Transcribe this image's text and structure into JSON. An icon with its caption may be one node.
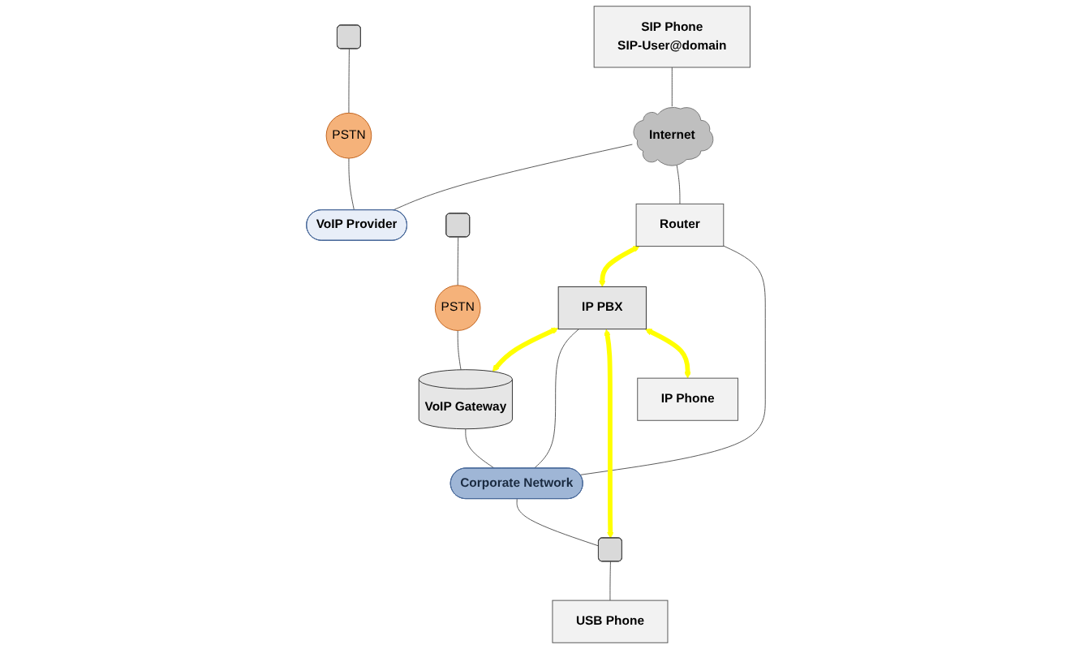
{
  "diagram": {
    "nodes": [
      {
        "text": [
          "SIP Phone",
          "SIP-User@domain"
        ]
      },
      {
        "text": [],
        "shape": "box"
      },
      {
        "text": [
          "PSTN"
        ]
      },
      {
        "text": [
          "Internet"
        ]
      },
      {
        "text": [
          "VoIP Provider"
        ]
      },
      {
        "text": [
          "IP PBX"
        ]
      },
      {
        "text": [],
        "shape": "box"
      },
      {
        "text": [
          "PSTN"
        ]
      },
      {
        "text": [
          "VoIP Gateway"
        ]
      },
      {
        "text": [
          "Router"
        ]
      },
      {
        "text": [
          "Corporate Network"
        ]
      },
      {
        "text": [],
        "shape": "box"
      },
      {
        "text": [
          "USB Phone"
        ]
      },
      {
        "text": [
          "IP Phone"
        ]
      }
    ],
    "edges": [
      {
        "from": 0,
        "to": 3,
        "arrow": "none"
      },
      {
        "from": 1,
        "to": 2,
        "arrow": "none"
      },
      {
        "from": 2,
        "to": 4,
        "arrow": "none"
      },
      {
        "from": 3,
        "to": 4,
        "arrow": "none"
      },
      {
        "from": 6,
        "to": 7,
        "arrow": "none"
      },
      {
        "from": 7,
        "to": 8,
        "arrow": "none"
      },
      {
        "from": 3,
        "to": 9,
        "arrow": "none"
      },
      {
        "from": 9,
        "to": 5,
        "arrow": "both",
        "style": "thick",
        "color": "#ffff00"
      },
      {
        "from": 5,
        "to": 8,
        "arrow": "both",
        "style": "thick",
        "color": "#ffff00"
      },
      {
        "from": 9,
        "to": 10,
        "arrow": "none"
      },
      {
        "from": 5,
        "to": 10,
        "arrow": "none"
      },
      {
        "from": 8,
        "to": 10,
        "arrow": "none"
      },
      {
        "from": 10,
        "to": 11,
        "arrow": "none"
      },
      {
        "from": 5,
        "to": 11,
        "arrow": "both",
        "style": "thick",
        "color": "#ffff00"
      },
      {
        "from": 5,
        "to": 13,
        "arrow": "both",
        "style": "thick",
        "color": "#ffff00"
      },
      {
        "from": 11,
        "to": 12,
        "arrow": "none"
      }
    ]
  }
}
